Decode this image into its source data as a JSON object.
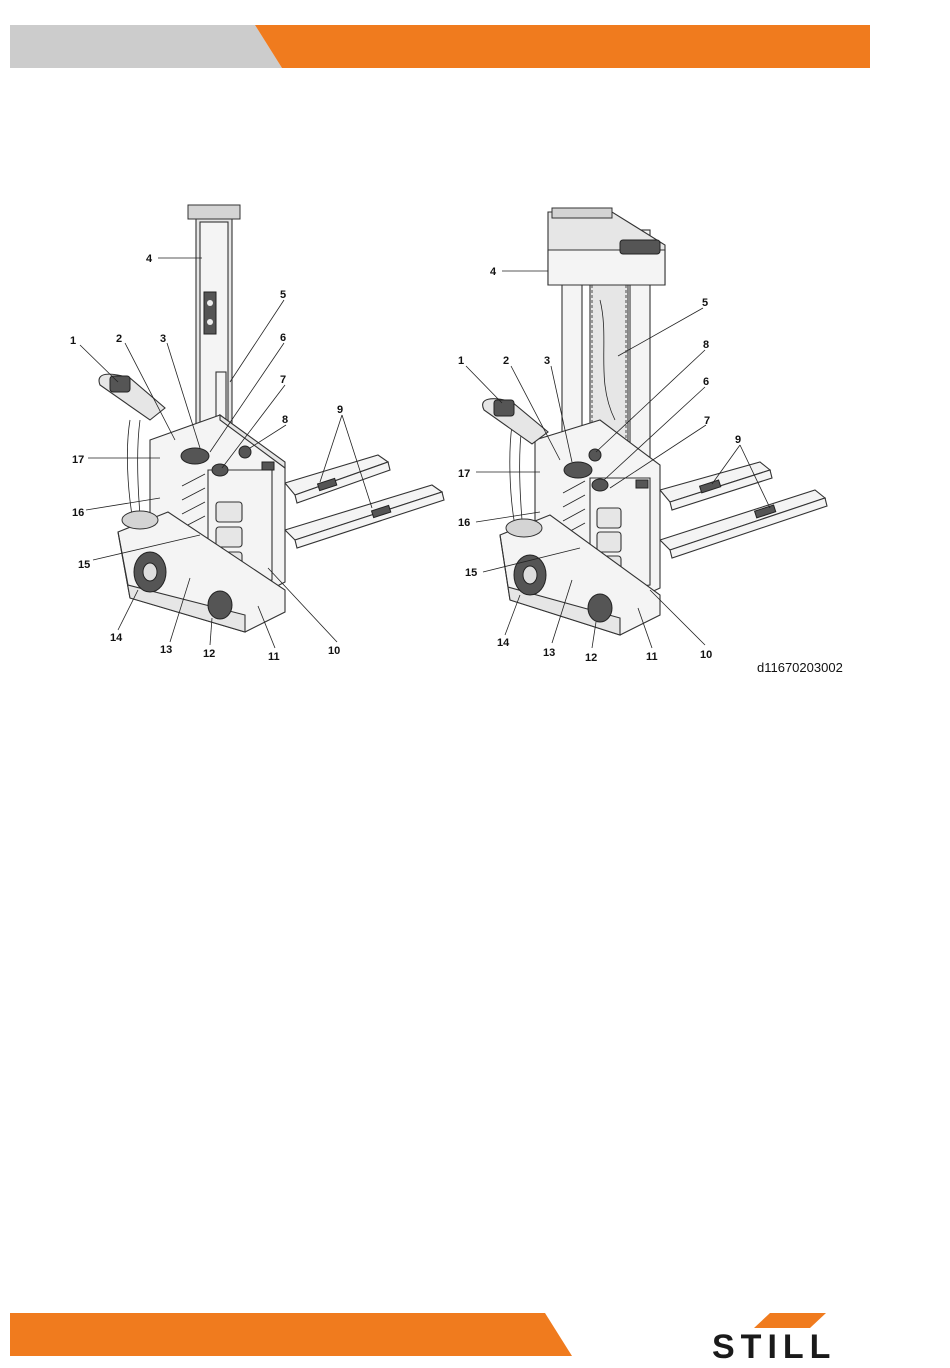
{
  "drawing_id": "d11670203002",
  "brand": {
    "name": "STILL",
    "accent": "#f07b1e",
    "header_gray": "#cccccc"
  },
  "left_figure": {
    "callouts": [
      "1",
      "2",
      "3",
      "4",
      "5",
      "6",
      "7",
      "8",
      "9",
      "10",
      "11",
      "12",
      "13",
      "14",
      "15",
      "16",
      "17"
    ]
  },
  "right_figure": {
    "callouts": [
      "1",
      "2",
      "3",
      "4",
      "5",
      "6",
      "7",
      "8",
      "9",
      "10",
      "11",
      "12",
      "13",
      "14",
      "15",
      "16",
      "17"
    ]
  }
}
